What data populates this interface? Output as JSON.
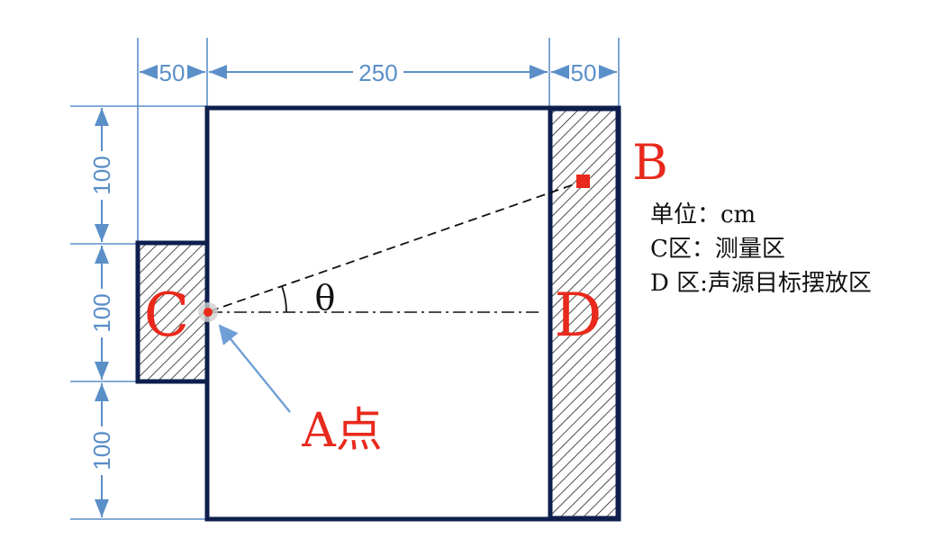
{
  "dimensions": {
    "left_width": "50",
    "middle_width": "250",
    "right_width": "50",
    "top_height": "100",
    "middle_height": "100",
    "bottom_height": "100"
  },
  "labels": {
    "zone_c": "C",
    "zone_d": "D",
    "point_b": "B",
    "point_a": "A点",
    "angle": "θ"
  },
  "legend": {
    "unit": "单位：cm",
    "zone_c": "C区：测量区",
    "zone_d": "D 区:声源目标摆放区"
  },
  "colors": {
    "frame": "#0e1f4d",
    "dimension": "#5b8fc8",
    "label_red": "#e8291c",
    "arrow": "#6f9fd6",
    "marker": "#e8291c"
  }
}
